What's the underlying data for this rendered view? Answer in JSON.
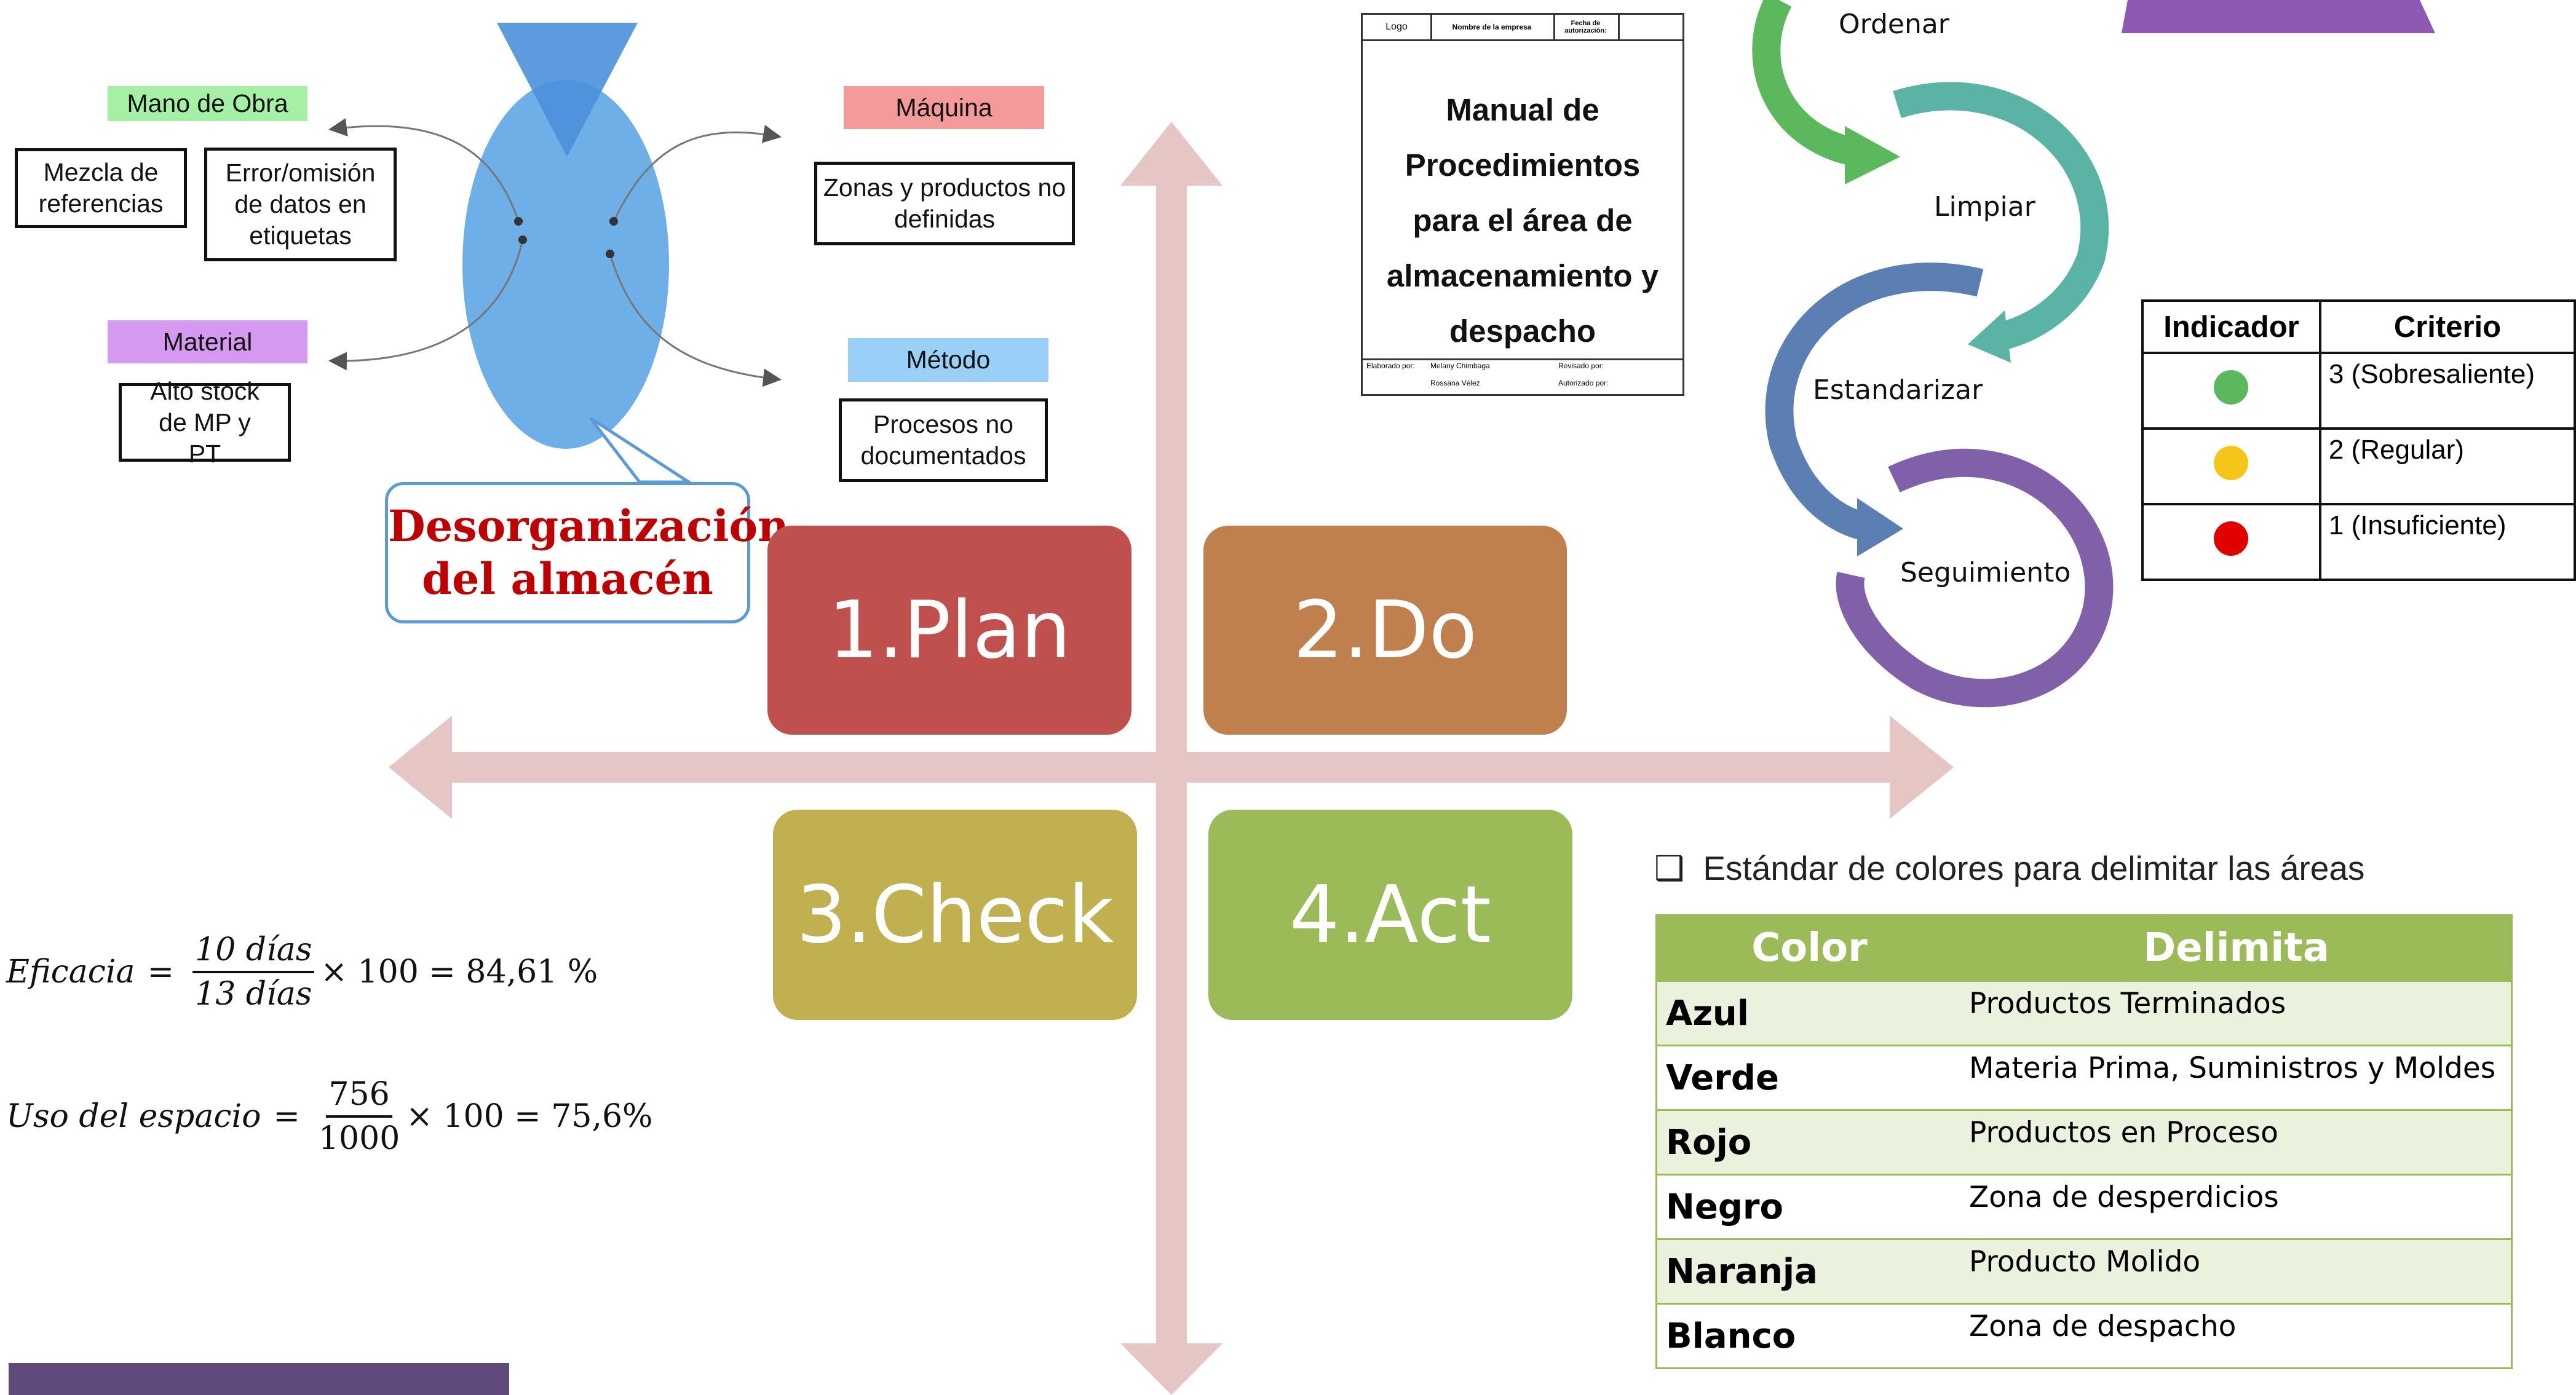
{
  "fishbone": {
    "labor": {
      "tag": "Mano de Obra",
      "causes": [
        "Mezcla de referencias",
        "Error/omisión de datos en etiquetas"
      ],
      "color": "#a6f0a6"
    },
    "machine": {
      "tag": "Máquina",
      "causes": [
        "Zonas  y productos no definidas"
      ],
      "color": "#f49a9a"
    },
    "material": {
      "tag": "Material",
      "causes": [
        "Alto stock de MP y PT"
      ],
      "color": "#d59af0"
    },
    "method": {
      "tag": "Método",
      "causes": [
        "Procesos no documentados"
      ],
      "color": "#9ad0f8"
    },
    "problem": {
      "line1": "Desorganización",
      "line2": "del almacén"
    },
    "fish_color": "#5ea6e6"
  },
  "pdca": {
    "plan": {
      "label": "1.Plan",
      "color": "#c0504d"
    },
    "do": {
      "label": "2.Do",
      "color": "#c0804d"
    },
    "check": {
      "label": "3.Check",
      "color": "#c0b050"
    },
    "act": {
      "label": "4.Act",
      "color": "#9bbb59"
    },
    "axis_color": "#e6c5c5"
  },
  "manual": {
    "header": {
      "logo": "Logo",
      "company": "Nombre de la empresa",
      "date": "Fecha de autorización:"
    },
    "title_lines": [
      "Manual de",
      "Procedimientos",
      "para el área de",
      "almacenamiento y",
      "despacho"
    ],
    "footer": {
      "prepared_label": "Elaborado por:",
      "prepared_names": [
        "Melany Chimbaga",
        "Rossana Vélez"
      ],
      "reviewed_label": "Revisado por:",
      "authorized_label": "Autorizado por:"
    }
  },
  "cycle_steps": [
    {
      "label": "Ordenar",
      "color": "#5cb85c"
    },
    {
      "label": "Limpiar",
      "color": "#5bb3a6"
    },
    {
      "label": "Estandarizar",
      "color": "#5b7fb3"
    },
    {
      "label": "Seguimiento",
      "color": "#8060a8"
    }
  ],
  "criteria_table": {
    "headers": [
      "Indicador",
      "Criterio"
    ],
    "rows": [
      {
        "dot_color": "#5cb85c",
        "criterion": "3 (Sobresaliente)"
      },
      {
        "dot_color": "#f5c518",
        "criterion": "2 (Regular)"
      },
      {
        "dot_color": "#e00000",
        "criterion": "1 (Insuficiente)"
      }
    ]
  },
  "color_standard": {
    "bullet": "❑",
    "caption": "Estándar de colores para delimitar las áreas",
    "headers": [
      "Color",
      "Delimita"
    ],
    "rows": [
      {
        "color": "Azul",
        "area": "Productos Terminados"
      },
      {
        "color": "Verde",
        "area": "Materia Prima, Suministros y Moldes"
      },
      {
        "color": "Rojo",
        "area": "Productos en Proceso"
      },
      {
        "color": "Negro",
        "area": "Zona de desperdicios"
      },
      {
        "color": "Naranja",
        "area": "Producto Molido"
      },
      {
        "color": "Blanco",
        "area": "Zona de despacho"
      }
    ]
  },
  "formulas": {
    "efficacy": {
      "name": "Eficacia",
      "numerator": "10 días",
      "denominator": "13 días",
      "rest": "× 100 = 84,61 %"
    },
    "space": {
      "name": "Uso del espacio",
      "numerator": "756",
      "denominator": "1000",
      "rest": "× 100 = 75,6%"
    }
  }
}
